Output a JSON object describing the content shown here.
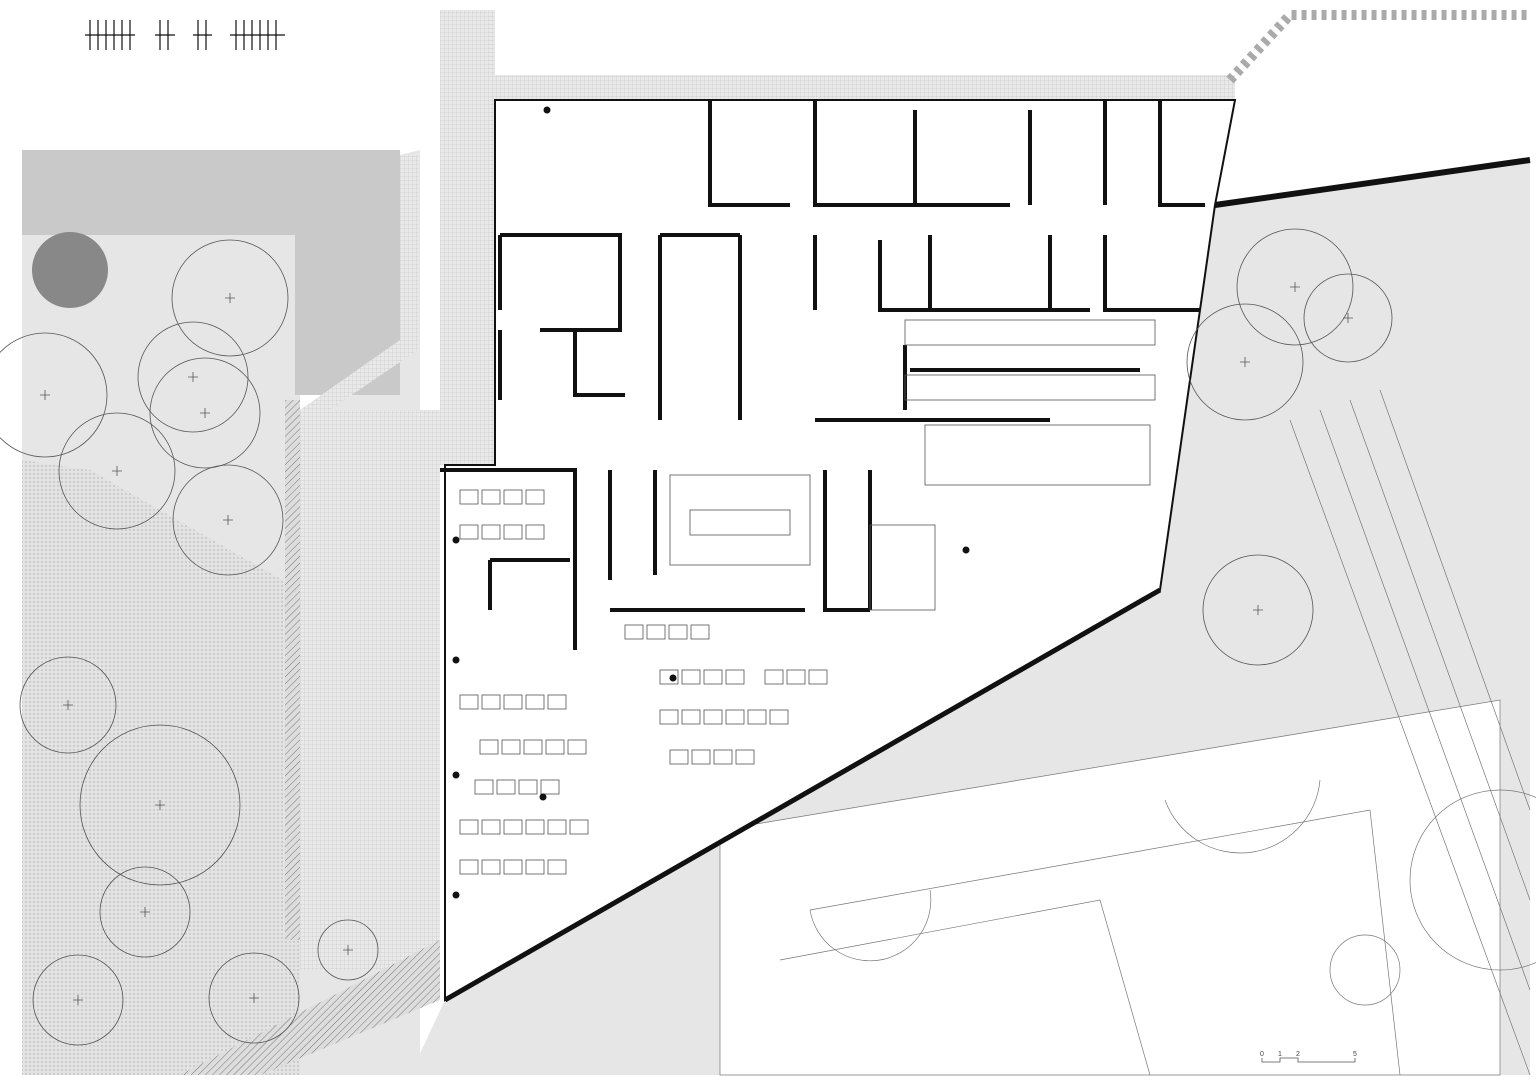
{
  "drawing": {
    "type": "ground floor plan",
    "colors": {
      "wall": "#111111",
      "landscape": "#e6e6e6",
      "parking": "#c9c9c9",
      "paving": "#d8d8d8",
      "line": "#555555"
    }
  },
  "scale_bar": {
    "labels": [
      "0",
      "1",
      "2",
      "5"
    ]
  }
}
